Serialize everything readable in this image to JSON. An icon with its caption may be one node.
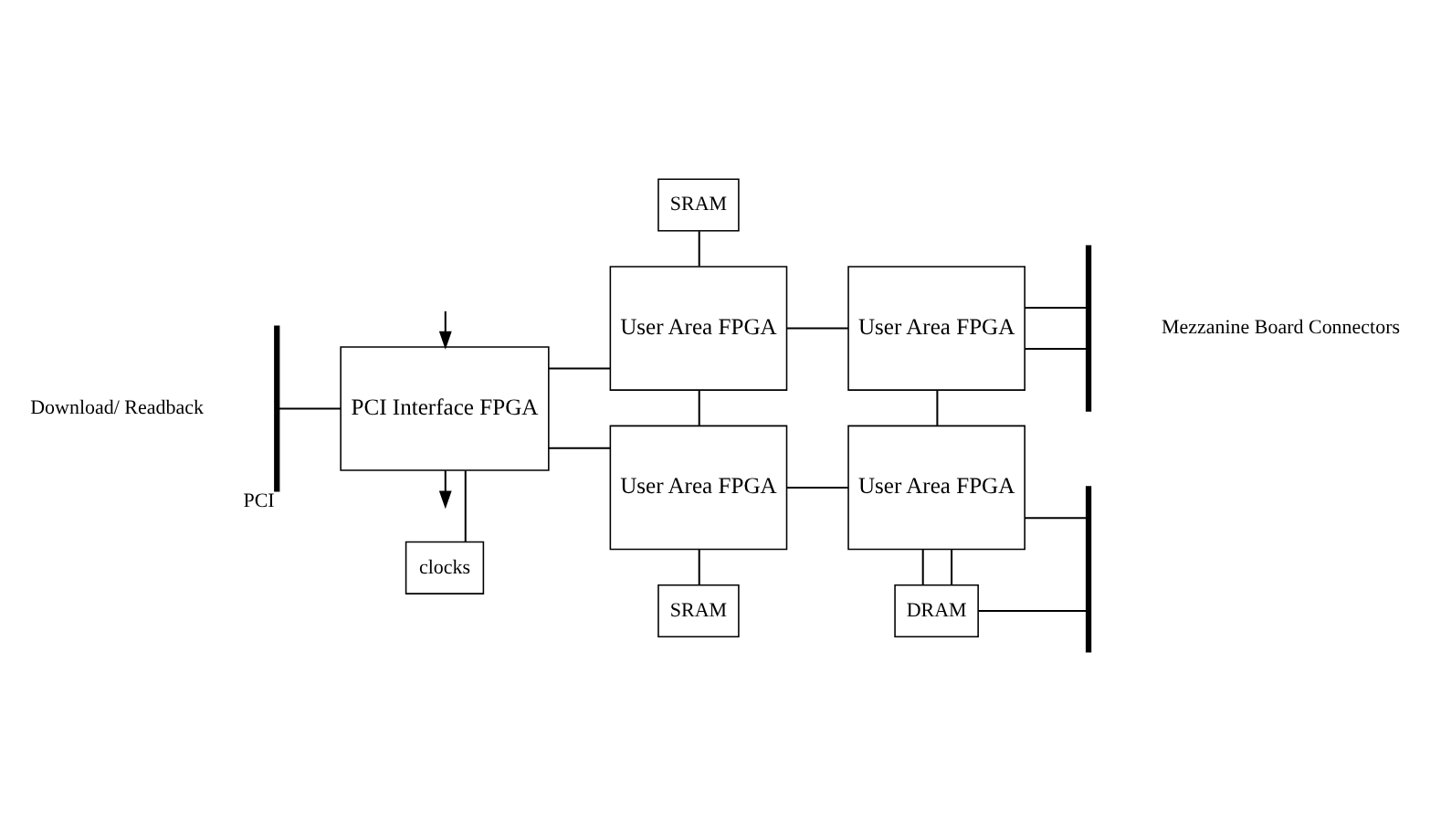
{
  "diagram": {
    "nodes": [
      {
        "text": [],
        "shape": "bar",
        "beside": [
          "PCI"
        ]
      },
      {
        "text": [
          "PCI Interface FPGA"
        ]
      },
      {
        "text": [
          "clocks"
        ]
      },
      {
        "text": [
          "SRAM"
        ]
      },
      {
        "text": [
          "User Area FPGA"
        ]
      },
      {
        "text": [
          "User Area FPGA"
        ]
      },
      {
        "text": [
          "User Area FPGA"
        ]
      },
      {
        "text": [
          "User Area FPGA"
        ]
      },
      {
        "text": [
          "SRAM"
        ]
      },
      {
        "text": [
          "DRAM"
        ]
      },
      {
        "text": [],
        "shape": "bar"
      },
      {
        "text": [],
        "shape": "bar"
      }
    ],
    "edges": [
      {
        "from": 1,
        "to": null,
        "arrow": "to"
      },
      {
        "from": null,
        "to": 1,
        "arrow": "to"
      },
      {
        "from": 0,
        "to": 1,
        "arrow": "none"
      },
      {
        "from": 1,
        "to": 4,
        "arrow": "none"
      },
      {
        "from": 1,
        "to": 6,
        "arrow": "none"
      },
      {
        "from": 1,
        "to": 2,
        "arrow": "none"
      },
      {
        "from": 3,
        "to": 4,
        "arrow": "none"
      },
      {
        "from": 4,
        "to": 5,
        "arrow": "none"
      },
      {
        "from": 4,
        "to": 6,
        "arrow": "none"
      },
      {
        "from": 5,
        "to": 10,
        "arrow": "none"
      },
      {
        "from": 5,
        "to": 10,
        "arrow": "none"
      },
      {
        "from": 5,
        "to": 7,
        "arrow": "none"
      },
      {
        "from": 6,
        "to": 7,
        "arrow": "none"
      },
      {
        "from": 6,
        "to": 8,
        "arrow": "none"
      },
      {
        "from": 7,
        "to": 9,
        "arrow": "none"
      },
      {
        "from": 7,
        "to": 11,
        "arrow": "none"
      },
      {
        "from": 9,
        "to": 7,
        "arrow": "none"
      },
      {
        "from": 9,
        "to": 11,
        "arrow": "none"
      }
    ],
    "labels": [
      "Download/ Readback",
      "Mezzanine Board Connectors"
    ]
  }
}
